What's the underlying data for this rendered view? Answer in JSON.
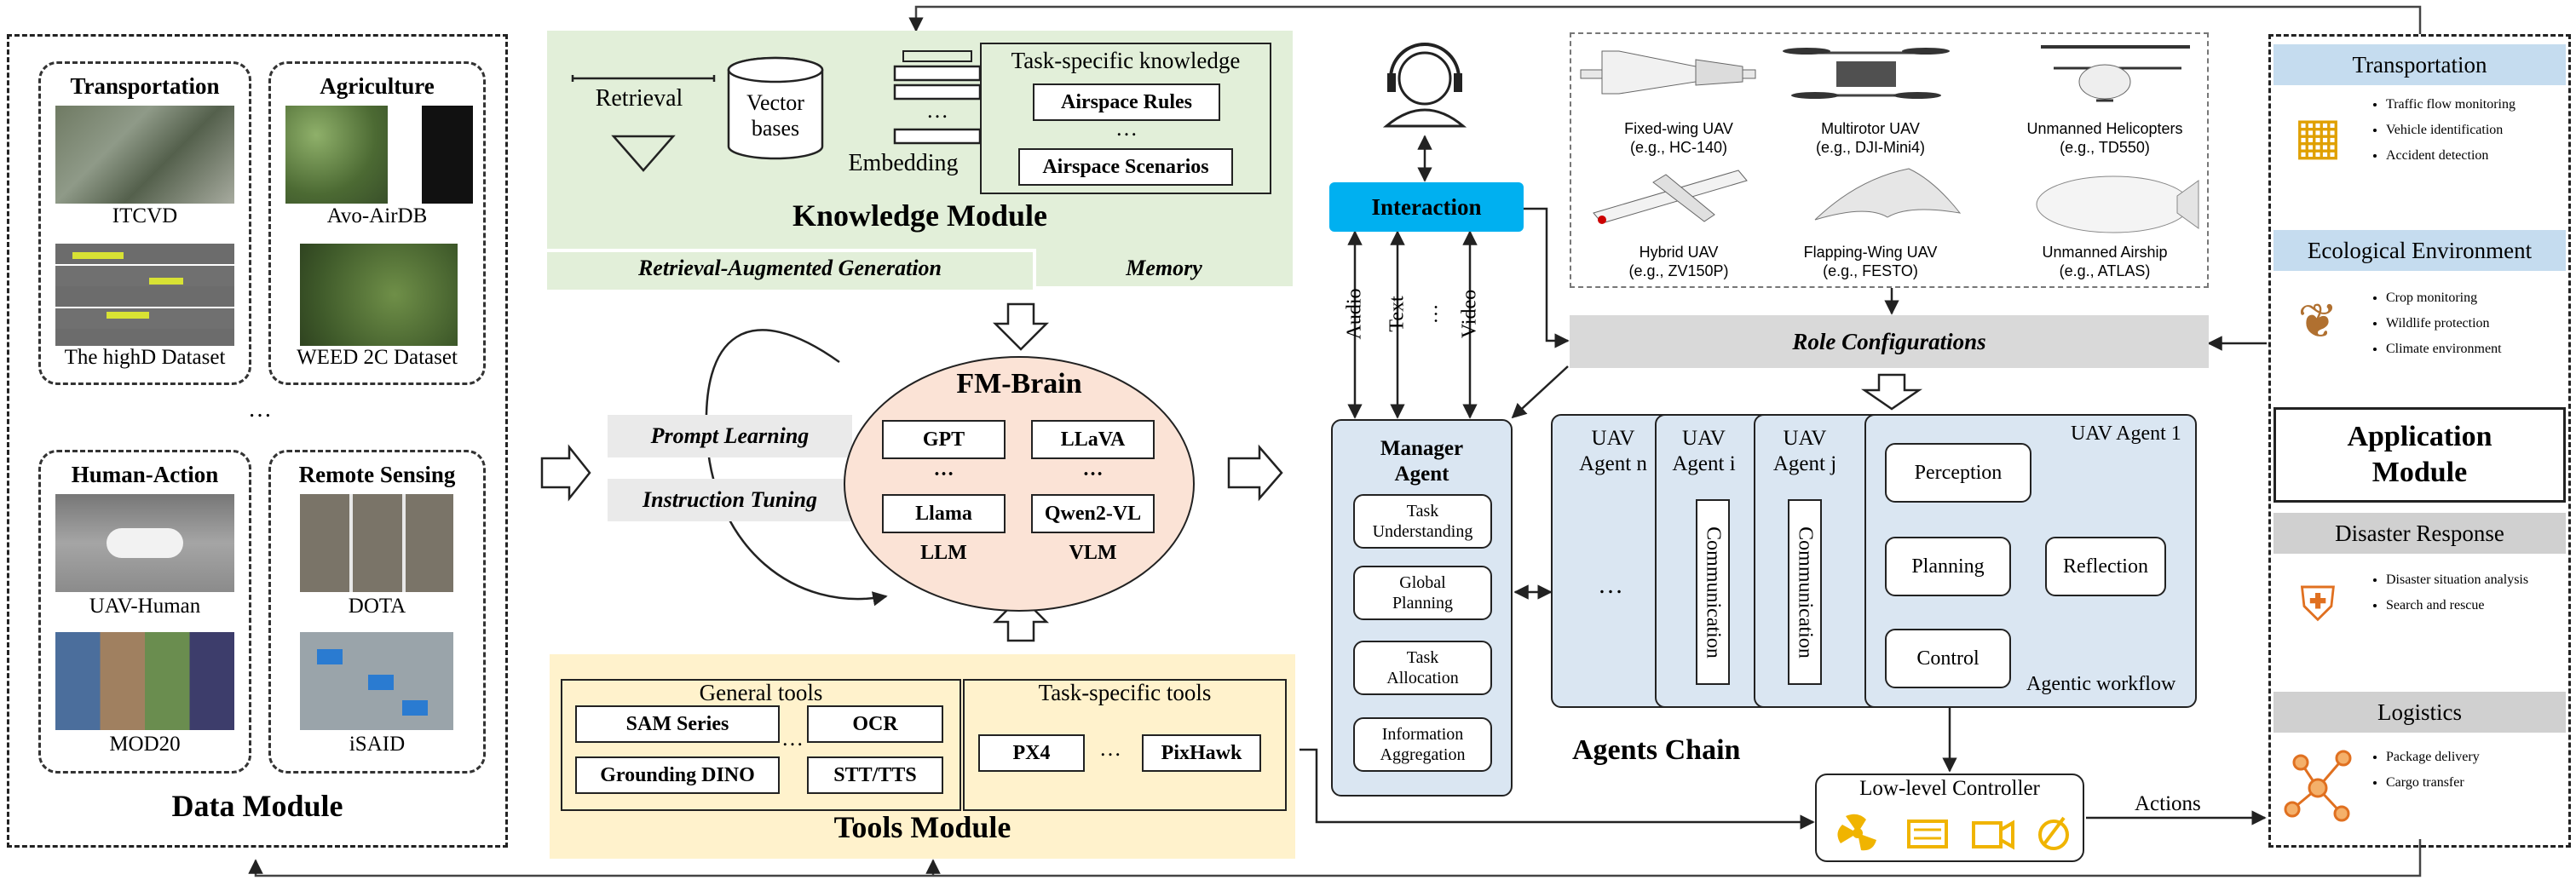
{
  "data_module": {
    "title": "Data Module",
    "groups": [
      {
        "title": "Transportation",
        "items": [
          "ITCVD",
          "The highD Dataset"
        ]
      },
      {
        "title": "Agriculture",
        "items": [
          "Avo-AirDB",
          "WEED 2C Dataset"
        ]
      },
      {
        "title": "Human-Action",
        "items": [
          "UAV-Human",
          "MOD20"
        ]
      },
      {
        "title": "Remote Sensing",
        "items": [
          "DOTA",
          "iSAID"
        ]
      }
    ],
    "ellipsis": "…"
  },
  "knowledge_module": {
    "title": "Knowledge Module",
    "retrieval": "Retrieval",
    "vector_bases": "Vector\nbases",
    "embedding": "Embedding",
    "embedding_dots": "…",
    "task_specific_title": "Task-specific knowledge",
    "rules": "Airspace Rules",
    "dots": "…",
    "scenarios": "Airspace Scenarios",
    "rag_label": "Retrieval-Augmented Generation",
    "memory_label": "Memory"
  },
  "fm_brain": {
    "title": "FM-Brain",
    "prompt_learning": "Prompt Learning",
    "instruction_tuning": "Instruction Tuning",
    "models": [
      "GPT",
      "LLaVA",
      "Llama",
      "Qwen2-VL"
    ],
    "dots": "…",
    "llm": "LLM",
    "vlm": "VLM"
  },
  "tools_module": {
    "title": "Tools Module",
    "general_title": "General tools",
    "general_tools": [
      "SAM Series",
      "OCR",
      "Grounding DINO",
      "STT/TTS"
    ],
    "general_dots": "…",
    "task_title": "Task-specific tools",
    "task_tools": [
      "PX4",
      "PixHawk"
    ],
    "task_dots": "…"
  },
  "interaction": {
    "label": "Interaction",
    "channels": [
      "Audio",
      "Text",
      "…",
      "Video"
    ]
  },
  "uav_types": [
    {
      "name": "Fixed-wing UAV",
      "example": "(e.g., HC-140)"
    },
    {
      "name": "Multirotor UAV",
      "example": "(e.g., DJI-Mini4)"
    },
    {
      "name": "Unmanned Helicopters",
      "example": "(e.g., TD550)"
    },
    {
      "name": "Hybrid UAV",
      "example": "(e.g., ZV150P)"
    },
    {
      "name": "Flapping-Wing UAV",
      "example": "(e.g., FESTO)"
    },
    {
      "name": "Unmanned Airship",
      "example": "(e.g., ATLAS)"
    }
  ],
  "role_configurations": "Role Configurations",
  "manager_agent": {
    "title": "Manager\nAgent",
    "tasks": [
      "Task\nUnderstanding",
      "Global\nPlanning",
      "Task\nAllocation",
      "Information\nAggregation"
    ]
  },
  "agents": {
    "agent_n": "UAV\nAgent n",
    "agent_i": "UAV\nAgent i",
    "agent_j": "UAV\nAgent j",
    "agent_1": "UAV Agent 1",
    "dots": "…",
    "communication": "Communication",
    "perception": "Perception",
    "planning": "Planning",
    "reflection": "Reflection",
    "control": "Control",
    "workflow": "Agentic workflow",
    "chain_title": "Agents Chain"
  },
  "low_level_controller": "Low-level Controller",
  "actions": "Actions",
  "application_module": {
    "title": "Application\nModule",
    "sections": [
      {
        "title": "Transportation",
        "bullets": [
          "Traffic flow monitoring",
          "Vehicle identification",
          "Accident detection"
        ]
      },
      {
        "title": "Ecological Environment",
        "bullets": [
          "Crop monitoring",
          "Wildlife protection",
          "Climate environment"
        ]
      },
      {
        "title": "Disaster Response",
        "bullets": [
          "Disaster situation analysis",
          "Search and rescue"
        ]
      },
      {
        "title": "Logistics",
        "bullets": [
          "Package delivery",
          "Cargo transfer"
        ]
      }
    ]
  },
  "colors": {
    "knowledge_bg": "#e2efd9",
    "tools_bg": "#fff2cc",
    "brain_bg": "#fbe3d6",
    "agent_bg": "#dae6f2",
    "interaction_bg": "#00b0f0",
    "gray_band": "#d9d9d9",
    "app_header_blue": "#c5dcef",
    "app_header_gray": "#d0d0d0"
  }
}
